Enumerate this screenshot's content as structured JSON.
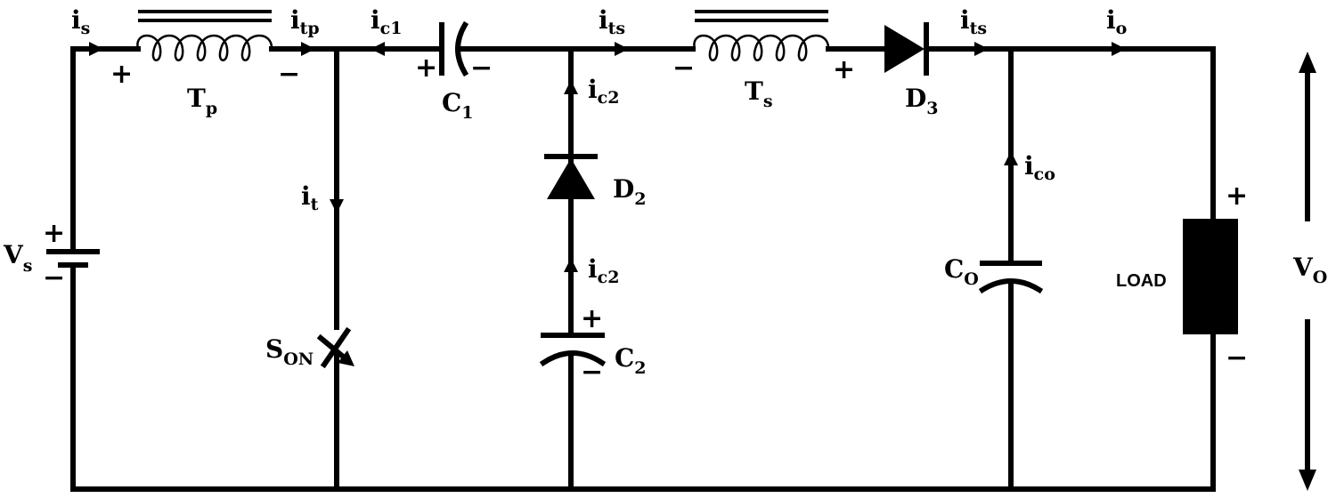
{
  "components": {
    "source": {
      "main": "V",
      "sub": "s"
    },
    "primary_winding": {
      "main": "T",
      "sub": "p"
    },
    "secondary_winding": {
      "main": "T",
      "sub": "s"
    },
    "cap1": {
      "main": "C",
      "sub": "1"
    },
    "cap2": {
      "main": "C",
      "sub": "2"
    },
    "cap_out": {
      "main": "C",
      "sub": "O"
    },
    "diode2": {
      "main": "D",
      "sub": "2"
    },
    "diode3": {
      "main": "D",
      "sub": "3"
    },
    "switch": {
      "main": "S",
      "sub": "ON"
    },
    "load": "LOAD",
    "output_voltage": {
      "main": "V",
      "sub": "O"
    }
  },
  "currents": {
    "i_s": {
      "main": "i",
      "sub": "s"
    },
    "i_tp": {
      "main": "i",
      "sub": "tp"
    },
    "i_c1": {
      "main": "i",
      "sub": "c1"
    },
    "i_ts_mid": {
      "main": "i",
      "sub": "ts"
    },
    "i_ts_out": {
      "main": "i",
      "sub": "ts"
    },
    "i_o": {
      "main": "i",
      "sub": "o"
    },
    "i_c2_top": {
      "main": "i",
      "sub": "c2"
    },
    "i_c2_bottom": {
      "main": "i",
      "sub": "c2"
    },
    "i_t": {
      "main": "i",
      "sub": "t"
    },
    "i_co": {
      "main": "i",
      "sub": "co"
    }
  },
  "signs": {
    "plus": "+",
    "minus": "−"
  }
}
